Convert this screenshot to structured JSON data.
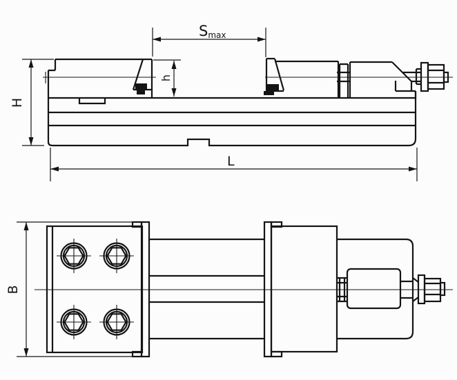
{
  "drawing": {
    "kind": "technical-drawing",
    "description": "Two-view engineering drawing of a precision machine vise (side elevation above, plan view below)",
    "line_color": "#141414",
    "background_color": "#fcfcfc",
    "labels": {
      "height": "H",
      "opening_main": "S",
      "opening_sub": "max",
      "jaw_height": "h",
      "length": "L",
      "width": "B"
    },
    "plan_view": {
      "screw_count": 4
    }
  }
}
